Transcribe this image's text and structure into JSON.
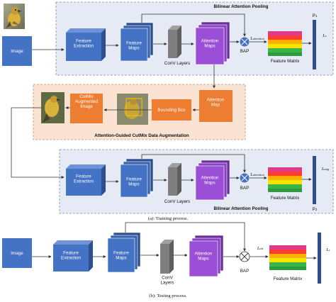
{
  "colors": {
    "block_front": "#4472c4",
    "block_top": "#6f93d6",
    "block_side": "#2d4f8f",
    "attn_front": "#9b4fd6",
    "attn_top": "#b67be3",
    "attn_side": "#6a2f99",
    "conv_front": "#7f7f7f",
    "orange": "#ed7d31",
    "panel_blue": "#e6eaf5",
    "panel_orange": "#fbe3d3"
  },
  "top": {
    "image_label": "Image",
    "feature_extraction": "Feature Extraction",
    "feature_maps": "Feature Maps",
    "conv_layers": "ConV Layers",
    "attention_maps": "Attention Maps",
    "bap": "BAP",
    "l_attention": "L",
    "l_attention_sub": "attention",
    "feature_matrix": "Feature Matrix",
    "panel_title": "Bilinear Attention Pooling",
    "p1": "P",
    "p1_sub": "1",
    "lc": "L",
    "lc_sub": "c"
  },
  "aug": {
    "panel_title": "Attention-Guided CutMix Data Augmentation",
    "cutmix_label": "CutMix Augmented Image",
    "bounding_box": "Bounding Box",
    "attention_map": "Attention Map"
  },
  "mid": {
    "feature_extraction": "Feature Extraction",
    "feature_maps": "Feature Maps",
    "conv_layers": "ConV Layers",
    "attention_maps": "Attention Maps",
    "bap": "BAP",
    "l_attention": "L",
    "l_attention_sub": "attention",
    "feature_matrix": "Feature Matrix",
    "panel_title": "Bilinear Attention Pooling",
    "l_aug": "L",
    "l_aug_sub": "aug",
    "p2": "P",
    "p2_sub": "2"
  },
  "caption_a": "(a): Training process.",
  "test": {
    "image_label": "Image",
    "feature_extraction": "Feature Extraction",
    "feature_maps": "Feature Maps",
    "conv_layers": "ConV Layers",
    "attention_maps": "Attention Maps",
    "bap": "BAP",
    "l_att": "L",
    "l_att_sub": "att",
    "feature_matrix": "Feature Matrix",
    "l_c": "L",
    "l_c_sub": "c"
  },
  "caption_b": "(b): Testing process."
}
